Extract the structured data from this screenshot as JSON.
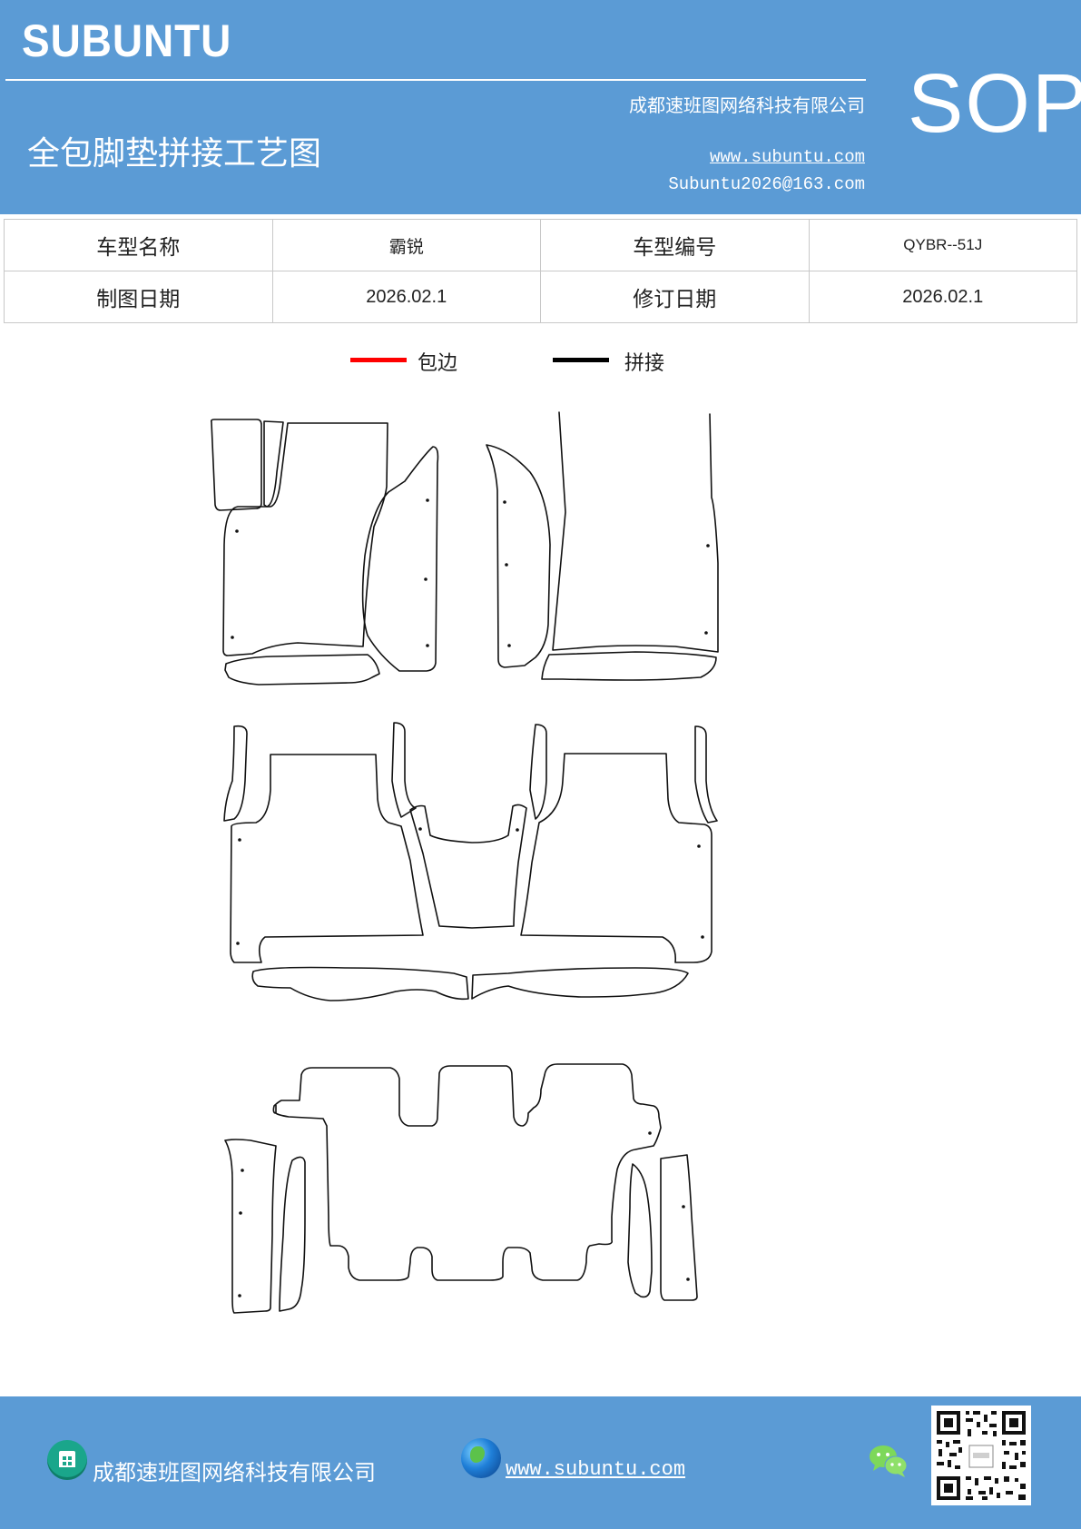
{
  "header": {
    "brand": "SUBUNTU",
    "company": "成都速班图网络科技有限公司",
    "doc_type": "SOP",
    "title": "全包脚垫拼接工艺图",
    "website": "www.subuntu.com",
    "email": "Subuntu2026@163.com",
    "background_color": "#5b9bd5"
  },
  "info_table": {
    "rows": [
      {
        "label1": "车型名称",
        "value1": "霸锐",
        "label2": "车型编号",
        "value2": "QYBR--51J"
      },
      {
        "label1": "制图日期",
        "value1": "2026.02.1",
        "label2": "修订日期",
        "value2": "2026.02.1"
      }
    ]
  },
  "legend": {
    "items": [
      {
        "label": "包边",
        "color": "#ff0000"
      },
      {
        "label": "拼接",
        "color": "#000000"
      }
    ]
  },
  "footer": {
    "company": "成都速班图网络科技有限公司",
    "website": "www.subuntu.com",
    "icons": [
      "building-icon",
      "globe-icon",
      "wechat-icon",
      "qr-code"
    ]
  }
}
